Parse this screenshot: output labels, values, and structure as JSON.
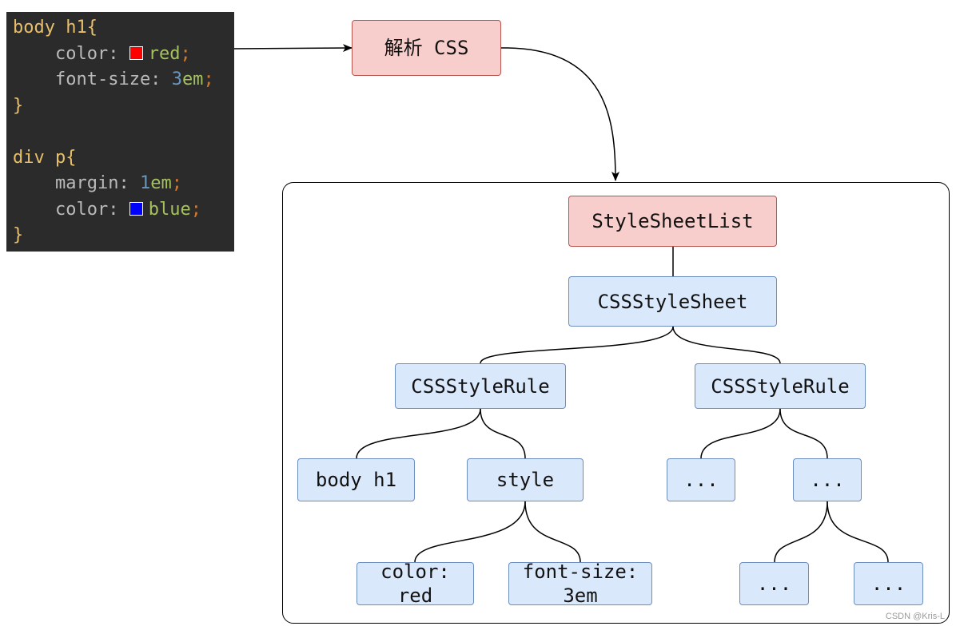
{
  "code_lines": [
    [
      {
        "t": "body h1",
        "c": "sel"
      },
      {
        "t": "{",
        "c": "brace"
      }
    ],
    [
      {
        "t": "    color: ",
        "c": "prop"
      },
      {
        "t": "",
        "c": "swatch",
        "color": "#ff0000"
      },
      {
        "t": "red",
        "c": "val"
      },
      {
        "t": ";",
        "c": "semi"
      }
    ],
    [
      {
        "t": "    font-size: ",
        "c": "prop"
      },
      {
        "t": "3",
        "c": "num"
      },
      {
        "t": "em",
        "c": "unit"
      },
      {
        "t": ";",
        "c": "semi"
      }
    ],
    [
      {
        "t": "}",
        "c": "brace"
      }
    ],
    [],
    [
      {
        "t": "div p",
        "c": "sel"
      },
      {
        "t": "{",
        "c": "brace"
      }
    ],
    [
      {
        "t": "    margin: ",
        "c": "prop"
      },
      {
        "t": "1",
        "c": "num"
      },
      {
        "t": "em",
        "c": "unit"
      },
      {
        "t": ";",
        "c": "semi"
      }
    ],
    [
      {
        "t": "    color: ",
        "c": "prop"
      },
      {
        "t": "",
        "c": "swatch",
        "color": "#0000ff"
      },
      {
        "t": "blue",
        "c": "val"
      },
      {
        "t": ";",
        "c": "semi"
      }
    ],
    [
      {
        "t": "}",
        "c": "brace"
      }
    ]
  ],
  "parse_step": "解析 CSS",
  "tree": {
    "root": "StyleSheetList",
    "sheet": "CSSStyleSheet",
    "rule_left": "CSSStyleRule",
    "rule_right": "CSSStyleRule",
    "selector": "body h1",
    "style": "style",
    "prop_color": [
      "color:",
      "red"
    ],
    "prop_font_size": [
      "font-size:",
      "3em"
    ],
    "right_child_1": "...",
    "right_child_2": "...",
    "right_leaf_1": "...",
    "right_leaf_2": "..."
  },
  "watermark": "CSDN @Kris-L"
}
